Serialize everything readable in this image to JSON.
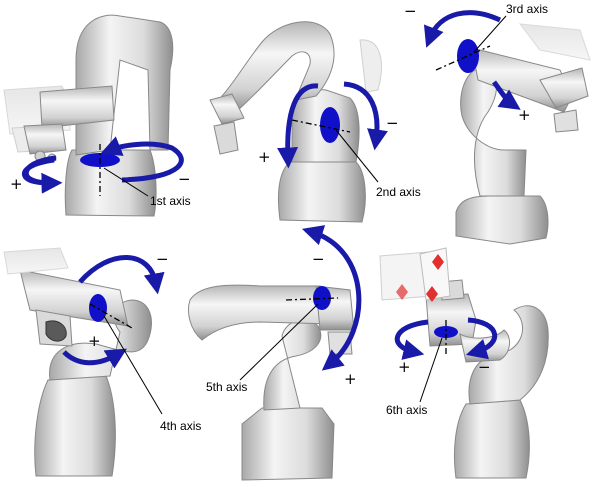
{
  "colors": {
    "arrow": "#1a1aa8",
    "axis_disk": "#1010c8",
    "robot_light": "#f2f2f2",
    "robot_mid": "#cfcfcf",
    "robot_dark": "#9a9a9a",
    "card_red": "#e03030"
  },
  "panels": [
    {
      "axis_label": "1st axis",
      "plus": "+",
      "minus": "−"
    },
    {
      "axis_label": "2nd axis",
      "plus": "+",
      "minus": "−"
    },
    {
      "axis_label": "3rd axis",
      "plus": "+",
      "minus": "−"
    },
    {
      "axis_label": "4th axis",
      "plus": "+",
      "minus": "−"
    },
    {
      "axis_label": "5th axis",
      "plus": "+",
      "minus": "−"
    },
    {
      "axis_label": "6th axis",
      "plus": "+",
      "minus": "−"
    }
  ]
}
